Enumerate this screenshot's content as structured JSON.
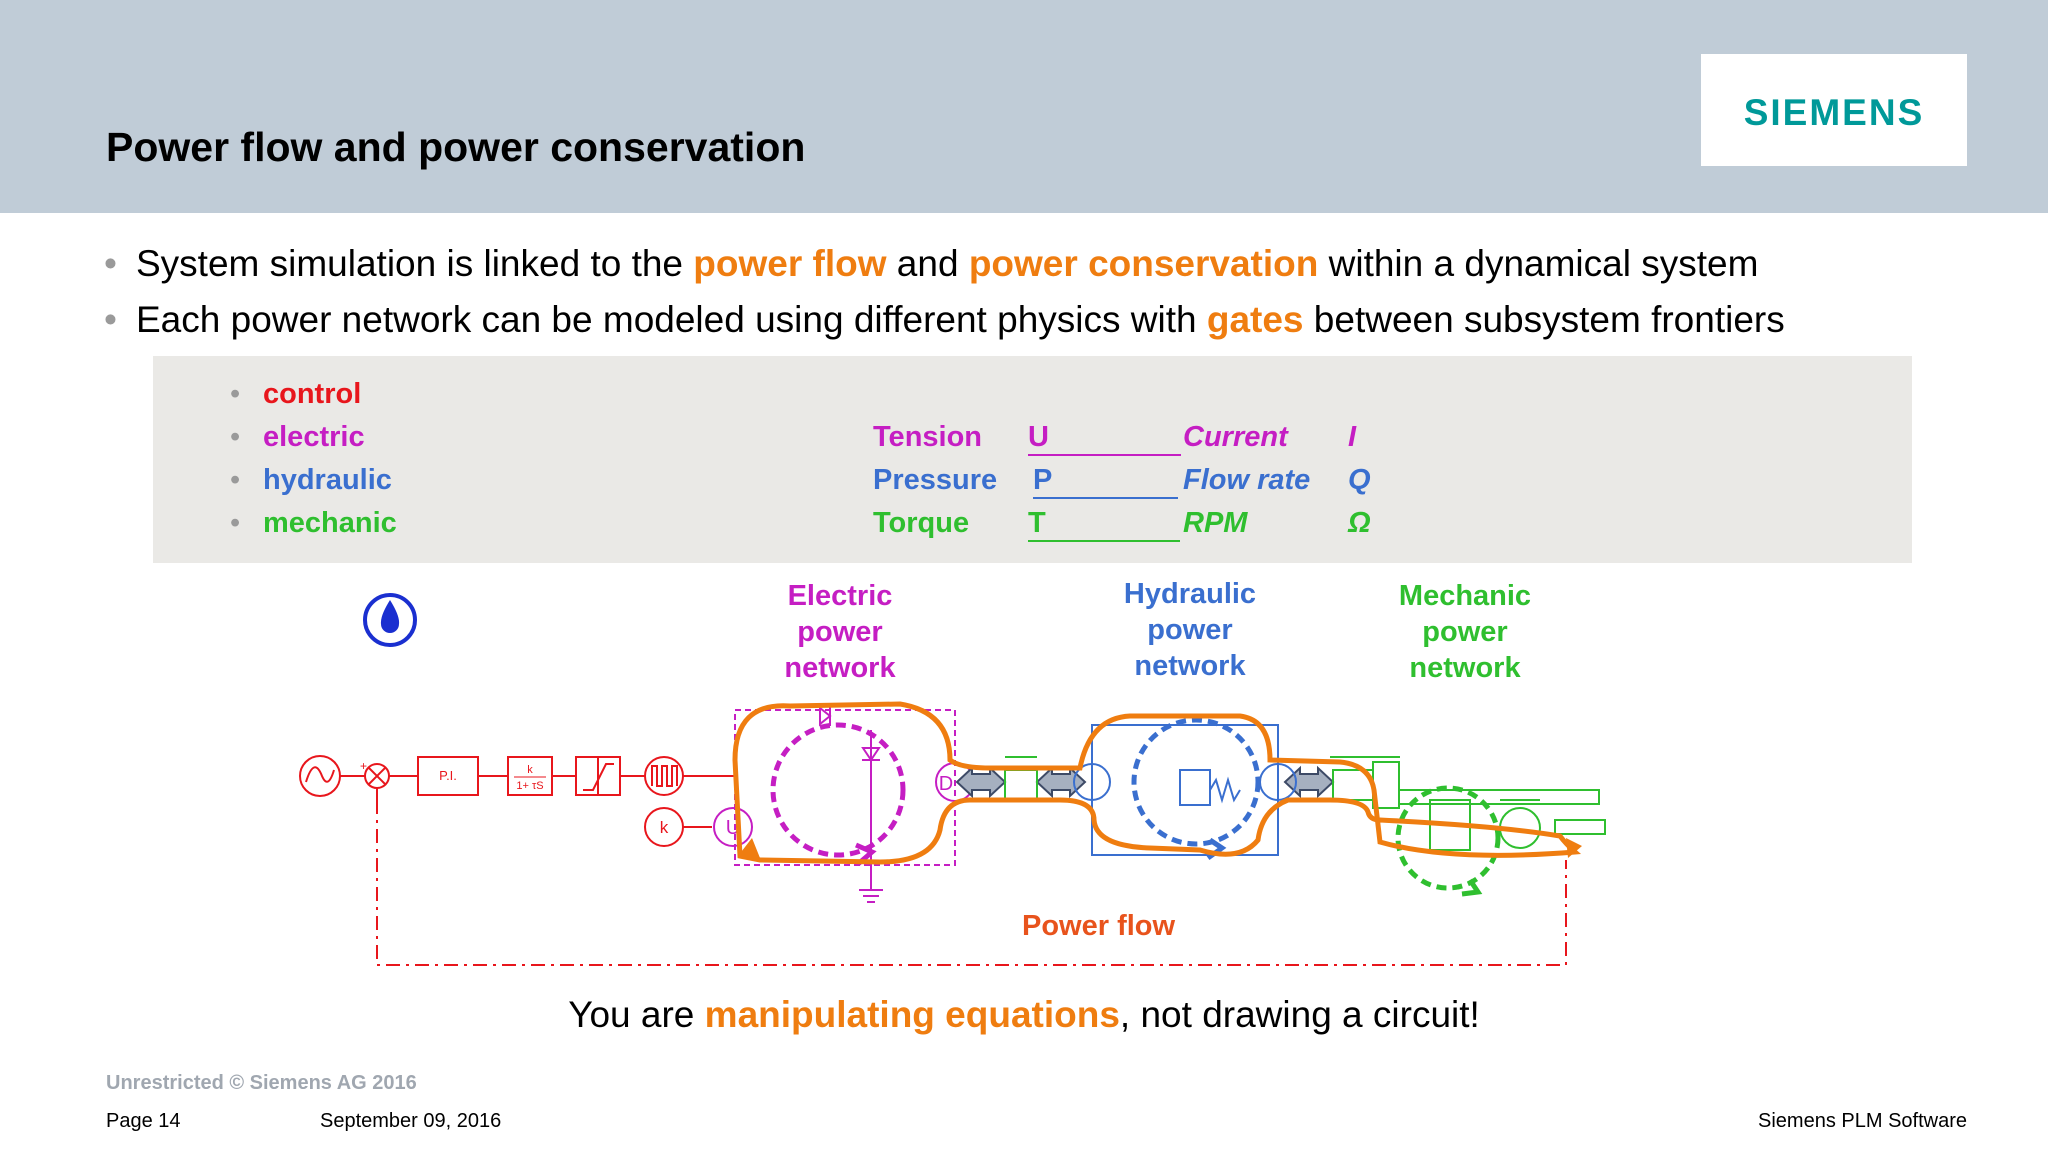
{
  "header": {
    "title": "Power flow and power conservation",
    "logo": "SIEMENS"
  },
  "bullets": [
    {
      "parts": [
        {
          "text": "System simulation is linked to the ",
          "highlight": false
        },
        {
          "text": "power flow",
          "highlight": true
        },
        {
          "text": " and ",
          "highlight": false
        },
        {
          "text": "power conservation",
          "highlight": true
        },
        {
          "text": " within a dynamical system",
          "highlight": false
        }
      ]
    },
    {
      "parts": [
        {
          "text": "Each power network can be modeled using different physics with ",
          "highlight": false
        },
        {
          "text": "gates",
          "highlight": true
        },
        {
          "text": " between subsystem frontiers",
          "highlight": false
        }
      ]
    }
  ],
  "legend": {
    "items": [
      {
        "label": "control",
        "color": "#e8161c"
      },
      {
        "label": "electric",
        "color": "#c51ec3"
      },
      {
        "label": "hydraulic",
        "color": "#3a6fcf"
      },
      {
        "label": "mechanic",
        "color": "#2fbf2f"
      }
    ],
    "variables": [
      {
        "name": "Tension",
        "effort": "U",
        "flow": "Current",
        "flow_symbol": "I",
        "color": "#c51ec3"
      },
      {
        "name": "Pressure",
        "effort": "P",
        "flow": "Flow rate",
        "flow_symbol": "Q",
        "color": "#3a6fcf"
      },
      {
        "name": "Torque",
        "effort": "T",
        "flow": "RPM",
        "flow_symbol": "Ω",
        "color": "#2fbf2f"
      }
    ]
  },
  "diagram": {
    "electric_label": [
      "Electric",
      "power",
      "network"
    ],
    "hydraulic_label": [
      "Hydraulic",
      "power",
      "network"
    ],
    "mechanic_label": [
      "Mechanic",
      "power",
      "network"
    ],
    "pi_block": "P.I.",
    "tf_num": "k",
    "tf_den": "1+ τS",
    "k_label": "k",
    "u_label": "U",
    "d_label": "D",
    "power_flow_label": "Power flow",
    "colors": {
      "control": "#e8161c",
      "electric": "#c51ec3",
      "hydraulic": "#3a6fcf",
      "mechanic": "#2fbf2f",
      "power_flow": "#ef7d10"
    }
  },
  "bottom": {
    "parts": [
      {
        "text": "You are ",
        "highlight": false
      },
      {
        "text": "manipulating equations",
        "highlight": true
      },
      {
        "text": ", not drawing a circuit!",
        "highlight": false
      }
    ]
  },
  "footer": {
    "copyright": "Unrestricted © Siemens AG 2016",
    "page": "Page 14",
    "date": "September 09, 2016",
    "company": "Siemens PLM Software"
  }
}
